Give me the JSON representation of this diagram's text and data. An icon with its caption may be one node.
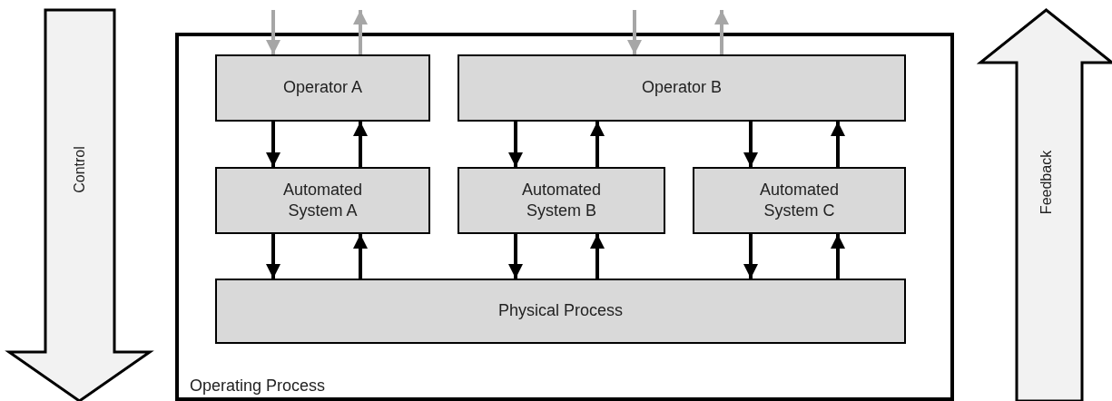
{
  "diagram": {
    "nodes": [
      {
        "text": [
          "Control"
        ]
      },
      {
        "text": [
          "Operating Process"
        ]
      },
      {
        "text": [
          "Operator A"
        ],
        "in": 1
      },
      {
        "text": [
          "Operator B"
        ],
        "in": 1
      },
      {
        "text": [
          "Automated System A"
        ],
        "in": 1
      },
      {
        "text": [
          "Automated System B"
        ],
        "in": 1
      },
      {
        "text": [
          "Automated System C"
        ],
        "in": 1
      },
      {
        "text": [
          "Physical Process"
        ],
        "in": 1
      },
      {
        "text": [
          "Feedback"
        ]
      }
    ],
    "edges": [
      {
        "from": null,
        "to": 2,
        "arrow": "to",
        "color": "#a6a6a6"
      },
      {
        "from": 2,
        "to": null,
        "arrow": "to",
        "color": "#a6a6a6"
      },
      {
        "from": null,
        "to": 3,
        "arrow": "to",
        "color": "#a6a6a6"
      },
      {
        "from": 3,
        "to": null,
        "arrow": "to",
        "color": "#a6a6a6"
      },
      {
        "from": 2,
        "to": 4,
        "arrow": "to"
      },
      {
        "from": 4,
        "to": 2,
        "arrow": "to"
      },
      {
        "from": 3,
        "to": 5,
        "arrow": "to"
      },
      {
        "from": 5,
        "to": 3,
        "arrow": "to"
      },
      {
        "from": 3,
        "to": 6,
        "arrow": "to"
      },
      {
        "from": 6,
        "to": 3,
        "arrow": "to"
      },
      {
        "from": 4,
        "to": 7,
        "arrow": "to"
      },
      {
        "from": 7,
        "to": 4,
        "arrow": "to"
      },
      {
        "from": 5,
        "to": 7,
        "arrow": "to"
      },
      {
        "from": 7,
        "to": 5,
        "arrow": "to"
      },
      {
        "from": 6,
        "to": 7,
        "arrow": "to"
      },
      {
        "from": 7,
        "to": 6,
        "arrow": "to"
      }
    ]
  }
}
